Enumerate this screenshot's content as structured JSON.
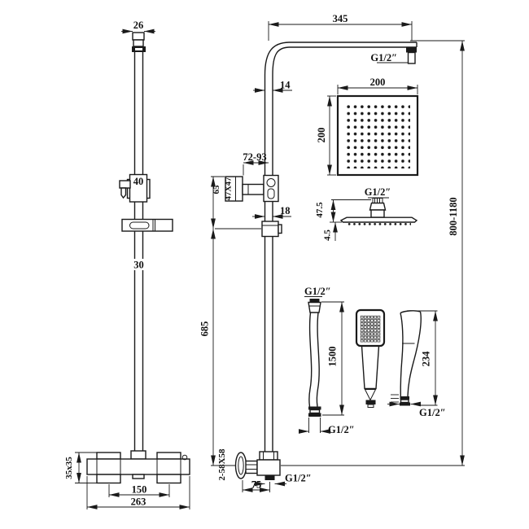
{
  "drawing": {
    "title": "thermostatic shower set technical drawing",
    "ink": "#1a1a1a",
    "background": "#ffffff",
    "slide_rail": {
      "cap_width": "26",
      "slider_width": "40",
      "bar_width": "30"
    },
    "mixer_valve": {
      "handle_size": "35x35",
      "inlet_centers": "150",
      "overall_width": "263"
    },
    "shower_arm": {
      "length": "345",
      "thread": "G1/2″",
      "drop_tube_width": "14"
    },
    "wall_bracket": {
      "wall_distance": "72-93",
      "plate_size": "47X47",
      "top_offset": "65"
    },
    "riser": {
      "lock_ring_width": "18",
      "lower_length": "685",
      "height_range": "800-1180"
    },
    "bottom_elbow": {
      "flange_size": "2-58X58",
      "wall_offset": "75",
      "outlet_thread": "G1/2″"
    },
    "head": {
      "width": "200",
      "height": "200",
      "thread": "G1/2″",
      "depth": "47.5",
      "plate_thickness": "4.5"
    },
    "hose": {
      "top_thread": "G1/2″",
      "length": "1500",
      "bottom_thread": "G1/2″"
    },
    "handset": {
      "length": "234",
      "thread": "G1/2″"
    }
  }
}
